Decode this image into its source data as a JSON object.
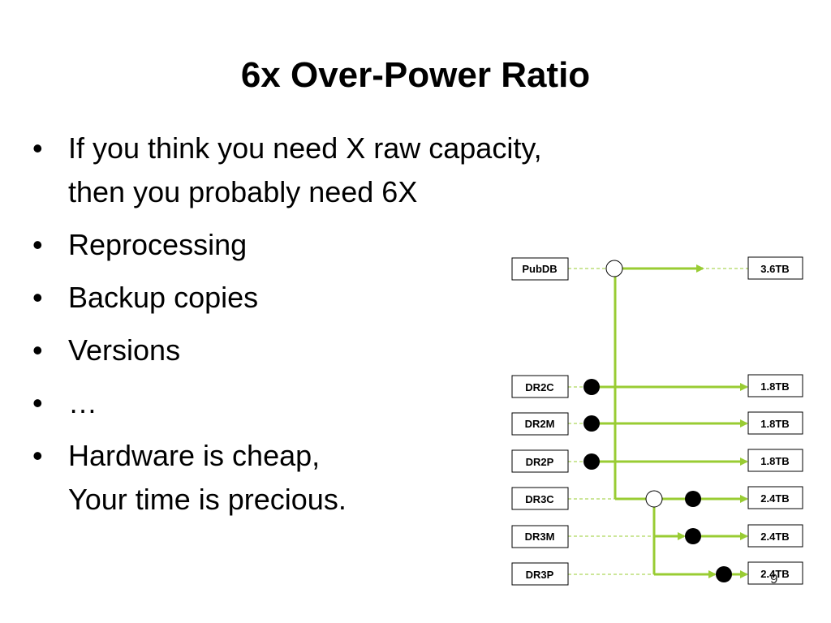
{
  "slide": {
    "title": "6x Over-Power Ratio",
    "page_number": "9"
  },
  "bullets": [
    {
      "lines": [
        "If you think you need X raw capacity,",
        "then you probably need 6X"
      ]
    },
    {
      "lines": [
        "Reprocessing"
      ]
    },
    {
      "lines": [
        "Backup copies"
      ]
    },
    {
      "lines": [
        "Versions"
      ]
    },
    {
      "lines": [
        "…"
      ]
    },
    {
      "lines": [
        "Hardware is cheap,",
        "Your time is precious."
      ]
    }
  ],
  "diagram": {
    "colors": {
      "line": "#99cc33",
      "dashed": "#99cc33",
      "box_border": "#000000",
      "dot": "#000000",
      "node_open": "#ffffff"
    },
    "sources": [
      "PubDB",
      "DR2C",
      "DR2M",
      "DR2P",
      "DR3C",
      "DR3M",
      "DR3P"
    ],
    "targets": [
      "3.6TB",
      "1.8TB",
      "1.8TB",
      "1.8TB",
      "2.4TB",
      "2.4TB",
      "2.4TB"
    ]
  }
}
